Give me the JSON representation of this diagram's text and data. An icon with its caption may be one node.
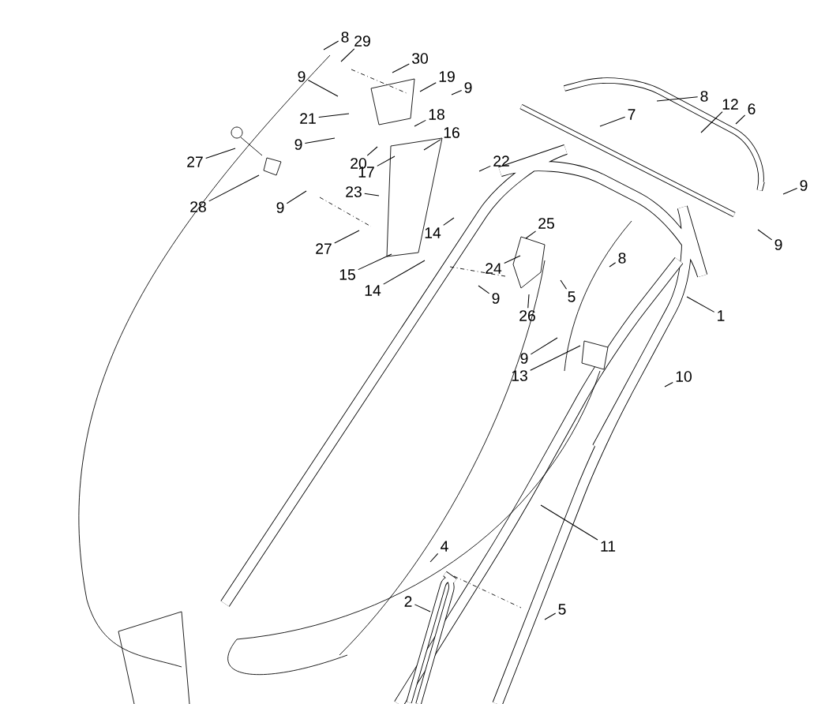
{
  "diagram": {
    "nodes": [
      {
        "text": [
          "8"
        ]
      },
      {
        "text": [
          "29"
        ]
      },
      {
        "text": [
          "30"
        ]
      },
      {
        "text": [
          "9"
        ]
      },
      {
        "text": [
          "19"
        ]
      },
      {
        "text": [
          "9"
        ]
      },
      {
        "text": [
          "21"
        ]
      },
      {
        "text": [
          "18"
        ]
      },
      {
        "text": [
          "9"
        ]
      },
      {
        "text": [
          "16"
        ]
      },
      {
        "text": [
          "20"
        ]
      },
      {
        "text": [
          "17"
        ]
      },
      {
        "text": [
          "27"
        ]
      },
      {
        "text": [
          "22"
        ]
      },
      {
        "text": [
          "28"
        ]
      },
      {
        "text": [
          "23"
        ]
      },
      {
        "text": [
          "9"
        ]
      },
      {
        "text": [
          "25"
        ]
      },
      {
        "text": [
          "14"
        ]
      },
      {
        "text": [
          "27"
        ]
      },
      {
        "text": [
          "15"
        ]
      },
      {
        "text": [
          "24"
        ]
      },
      {
        "text": [
          "14"
        ]
      },
      {
        "text": [
          "9"
        ]
      },
      {
        "text": [
          "5"
        ]
      },
      {
        "text": [
          "26"
        ]
      },
      {
        "text": [
          "7"
        ]
      },
      {
        "text": [
          "8"
        ]
      },
      {
        "text": [
          "12"
        ]
      },
      {
        "text": [
          "6"
        ]
      },
      {
        "text": [
          "9"
        ]
      },
      {
        "text": [
          "9"
        ]
      },
      {
        "text": [
          "8"
        ]
      },
      {
        "text": [
          "1"
        ]
      },
      {
        "text": [
          "9"
        ]
      },
      {
        "text": [
          "13"
        ]
      },
      {
        "text": [
          "10"
        ]
      },
      {
        "text": [
          "11"
        ]
      },
      {
        "text": [
          "4"
        ]
      },
      {
        "text": [
          "2"
        ]
      },
      {
        "text": [
          "5"
        ]
      }
    ],
    "edges": [
      {
        "from": 0,
        "to": null,
        "arrow": "none"
      },
      {
        "from": 1,
        "to": null,
        "arrow": "none"
      },
      {
        "from": 2,
        "to": null,
        "arrow": "none"
      },
      {
        "from": 3,
        "to": null,
        "arrow": "none"
      },
      {
        "from": 4,
        "to": null,
        "arrow": "none"
      },
      {
        "from": 5,
        "to": null,
        "arrow": "none"
      },
      {
        "from": 6,
        "to": null,
        "arrow": "none"
      },
      {
        "from": 7,
        "to": null,
        "arrow": "none"
      },
      {
        "from": 8,
        "to": null,
        "arrow": "none"
      },
      {
        "from": 9,
        "to": null,
        "arrow": "none"
      },
      {
        "from": 10,
        "to": null,
        "arrow": "none"
      },
      {
        "from": 11,
        "to": null,
        "arrow": "none"
      },
      {
        "from": 12,
        "to": null,
        "arrow": "none"
      },
      {
        "from": 13,
        "to": null,
        "arrow": "none"
      },
      {
        "from": 14,
        "to": null,
        "arrow": "none"
      },
      {
        "from": 15,
        "to": null,
        "arrow": "none"
      },
      {
        "from": 16,
        "to": null,
        "arrow": "none"
      },
      {
        "from": 17,
        "to": null,
        "arrow": "none"
      },
      {
        "from": 18,
        "to": null,
        "arrow": "none"
      },
      {
        "from": 19,
        "to": null,
        "arrow": "none"
      },
      {
        "from": 20,
        "to": null,
        "arrow": "none"
      },
      {
        "from": 21,
        "to": null,
        "arrow": "none"
      },
      {
        "from": 22,
        "to": null,
        "arrow": "none"
      },
      {
        "from": 23,
        "to": null,
        "arrow": "none"
      },
      {
        "from": 24,
        "to": null,
        "arrow": "none"
      },
      {
        "from": 25,
        "to": null,
        "arrow": "none"
      },
      {
        "from": 26,
        "to": null,
        "arrow": "none"
      },
      {
        "from": 27,
        "to": null,
        "arrow": "none"
      },
      {
        "from": 28,
        "to": null,
        "arrow": "none"
      },
      {
        "from": 29,
        "to": null,
        "arrow": "none"
      },
      {
        "from": 30,
        "to": null,
        "arrow": "none"
      },
      {
        "from": 31,
        "to": null,
        "arrow": "none"
      },
      {
        "from": 32,
        "to": null,
        "arrow": "none"
      },
      {
        "from": 33,
        "to": null,
        "arrow": "none"
      },
      {
        "from": 34,
        "to": null,
        "arrow": "none"
      },
      {
        "from": 35,
        "to": null,
        "arrow": "none"
      },
      {
        "from": 36,
        "to": null,
        "arrow": "none"
      },
      {
        "from": 37,
        "to": null,
        "arrow": "none"
      },
      {
        "from": 38,
        "to": null,
        "arrow": "none"
      },
      {
        "from": 39,
        "to": null,
        "arrow": "none"
      },
      {
        "from": 40,
        "to": null,
        "arrow": "none"
      }
    ]
  }
}
